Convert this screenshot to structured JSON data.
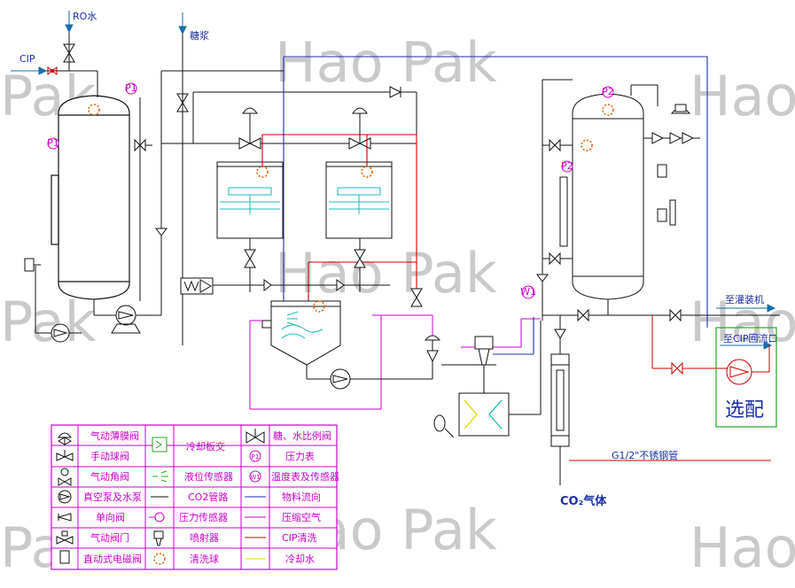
{
  "labels": {
    "ro_water": "RO水",
    "cip": "CIP",
    "syrup": "糖浆",
    "to_filler": "至灌装机",
    "to_cip_return": "至CIP回流口",
    "optional": "选配",
    "pipe_spec": "G1/2\"不锈钢管",
    "co2_gas": "CO₂气体"
  },
  "instrument_tags": {
    "pressure_gauge": "P1",
    "pressure_sensor_left": "P2",
    "pressure_sensor_right": "P2",
    "level_indicator_left": "P1",
    "level_indicator_right": "P2",
    "temp_gauge": "W1"
  },
  "watermark": "Hao Pak",
  "legend": [
    {
      "symbol": "pneumatic-diaphragm-valve",
      "label": "气动薄膜阀"
    },
    {
      "symbol": "cooling-plate-exchanger",
      "label": "冷却板交"
    },
    {
      "symbol": "proportional-valve",
      "label": "糖、水比例阀"
    },
    {
      "symbol": "manual-ball-valve",
      "label": "手动球阀"
    },
    {
      "symbol": "pressure-gauge",
      "label": "压力表"
    },
    {
      "symbol": "pneumatic-angle-valve",
      "label": "气动角阀"
    },
    {
      "symbol": "level-sensor",
      "label": "液位传感器"
    },
    {
      "symbol": "temp-sensor",
      "label": "温度表及传感器"
    },
    {
      "symbol": "vacuum-pump",
      "label": "真空泵及水泵"
    },
    {
      "symbol": "co2-line",
      "label": "CO2管路"
    },
    {
      "symbol": "product-line",
      "label": "物料流向"
    },
    {
      "symbol": "check-valve",
      "label": "单向阀"
    },
    {
      "symbol": "pressure-sensor",
      "label": "压力传感器"
    },
    {
      "symbol": "air-line",
      "label": "压缩空气"
    },
    {
      "symbol": "pneumatic-valve",
      "label": "气动阀门"
    },
    {
      "symbol": "ejector",
      "label": "喷射器"
    },
    {
      "symbol": "cip-line",
      "label": "CIP清洗"
    },
    {
      "symbol": "solenoid-valve",
      "label": "直动式电磁阀"
    },
    {
      "symbol": "cleaning-ball",
      "label": "清洗球"
    },
    {
      "symbol": "cooling-water-line",
      "label": "冷却水"
    }
  ],
  "colors": {
    "product": "#1a2ea8",
    "cip": "#cc0000",
    "air": "#cc00cc",
    "co2": "#111111",
    "cooling": "#d8d800",
    "liquid": "#18b8b8",
    "optional_box": "#22aa22"
  }
}
